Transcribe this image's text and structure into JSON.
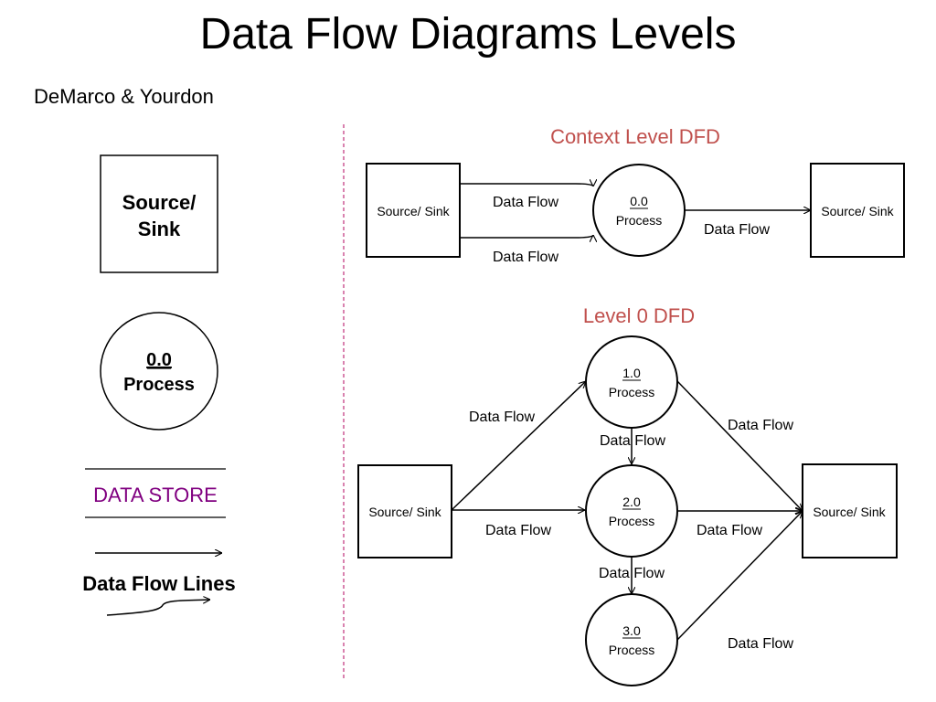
{
  "title": "Data Flow Diagrams Levels",
  "subtitle": "DeMarco & Yourdon",
  "colors": {
    "heading": "#c0504d",
    "data_store": "#800080",
    "divider": "#c0307a",
    "stroke": "#000000"
  },
  "legend": {
    "source_sink_line1": "Source/",
    "source_sink_line2": "Sink",
    "process_number": "0.0",
    "process_label": "Process",
    "data_store": "DATA STORE",
    "flow_lines": "Data Flow Lines"
  },
  "context": {
    "heading": "Context Level DFD",
    "source": "Source/ Sink",
    "sink": "Source/ Sink",
    "process_number": "0.0",
    "process_label": "Process",
    "flow_in_top": "Data Flow",
    "flow_in_bottom": "Data Flow",
    "flow_out": "Data Flow"
  },
  "level0": {
    "heading": "Level 0 DFD",
    "source": "Source/ Sink",
    "sink": "Source/ Sink",
    "p1_number": "1.0",
    "p1_label": "Process",
    "p2_number": "2.0",
    "p2_label": "Process",
    "p3_number": "3.0",
    "p3_label": "Process",
    "flow_src_p1": "Data Flow",
    "flow_src_p2": "Data Flow",
    "flow_p1_p2": "Data Flow",
    "flow_p2_p3": "Data Flow",
    "flow_p1_sink": "Data Flow",
    "flow_p2_sink": "Data Flow",
    "flow_p3_sink": "Data Flow"
  }
}
